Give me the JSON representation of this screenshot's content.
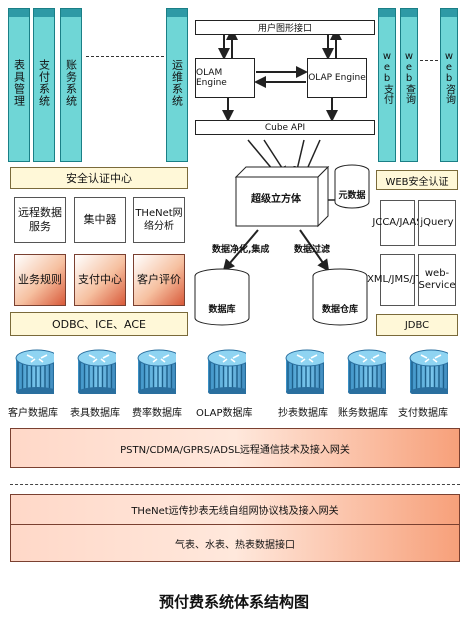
{
  "left_columns": [
    "表具管理",
    "支付系统",
    "账务系统",
    "运维系统"
  ],
  "right_columns": [
    "web支付",
    "web查询",
    "web咨询"
  ],
  "core": {
    "gui": "用户图形接口",
    "olam": "OLAM Engine",
    "olap": "OLAP Engine",
    "cube_api": "Cube API",
    "hypercube": "超级立方体",
    "metadata": "元数据",
    "clean_label": "数据净化,集成",
    "filter_label": "数据过滤",
    "db1": "数据库",
    "db2": "数据仓库"
  },
  "left_panel": {
    "security": "安全认证中心",
    "remote": "远程数据服务",
    "concentrator": "集中器",
    "thenet_analysis": "THeNet网络分析",
    "business_rules": "业务规则",
    "pay_center": "支付中心",
    "customer_eval": "客户评价",
    "odbc": "ODBC、ICE、ACE"
  },
  "right_panel": {
    "web_security": "WEB安全认证",
    "jcca": "JCCA/JAAS",
    "jquery": "jQuery",
    "xml": "XML/JMS/JTA",
    "webservice": "web-Service",
    "jdbc": "JDBC"
  },
  "databases": [
    "客户数据库",
    "表具数据库",
    "费率数据库",
    "OLAP数据库",
    "抄表数据库",
    "账务数据库",
    "支付数据库"
  ],
  "bars": {
    "pstn": "PSTN/CDMA/GPRS/ADSL远程通信技术及接入网关",
    "thenet": "THeNet远传抄表无线自组网协议栈及接入网关",
    "meter": "气表、水表、热表数据接口"
  },
  "caption": "预付费系统体系结构图"
}
